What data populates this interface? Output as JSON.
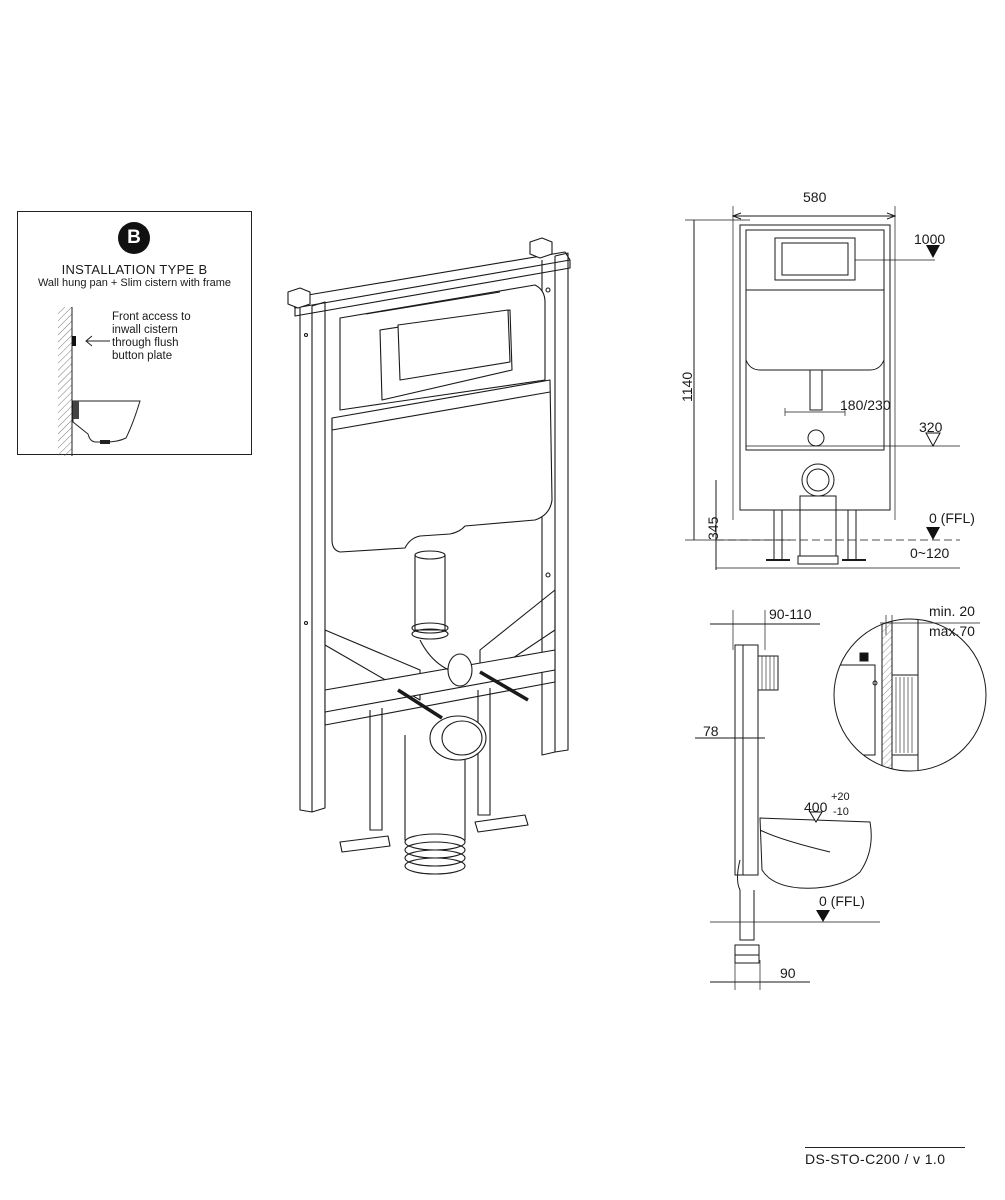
{
  "installation_card": {
    "badge": "B",
    "title": "INSTALLATION TYPE B",
    "subtitle": "Wall hung pan + Slim cistern with frame",
    "access_note_lines": [
      "Front access to",
      "inwall cistern",
      "through flush",
      "button plate"
    ]
  },
  "front_view": {
    "width": "580",
    "height": "1140",
    "button_height": "1000",
    "pipe_spacing": "180/230",
    "inlet_height": "320",
    "floor_label": "0 (FFL)",
    "outlet_height": "345",
    "floor_adjust": "0~120"
  },
  "side_view": {
    "frame_depth": "90-110",
    "wall_offset": "78",
    "pan_height": "400",
    "pan_tol_plus": "+20",
    "pan_tol_minus": "-10",
    "floor_label": "0 (FFL)",
    "outlet_depth": "90"
  },
  "detail_view": {
    "min_label": "min. 20",
    "max_label": "max.70"
  },
  "footer": {
    "doc_ref": "DS-STO-C200 / v 1.0"
  }
}
